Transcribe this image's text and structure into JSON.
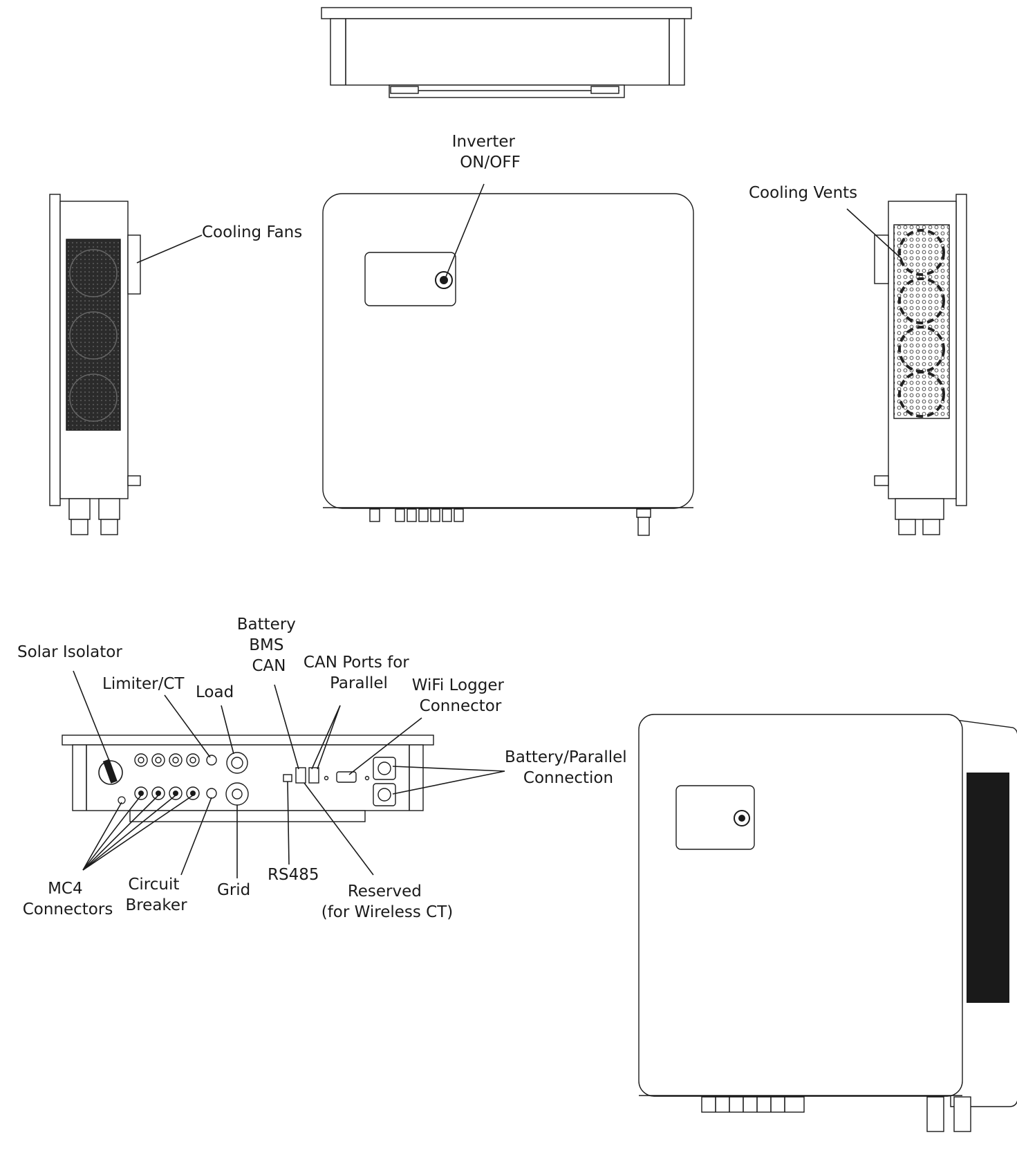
{
  "labels": {
    "inverter_on_off": [
      "Inverter",
      "ON/OFF"
    ],
    "cooling_fans": [
      "Cooling Fans"
    ],
    "cooling_vents": [
      "Cooling Vents"
    ],
    "solar_isolator": [
      "Solar Isolator"
    ],
    "limiter_ct": [
      "Limiter/CT"
    ],
    "load": [
      "Load"
    ],
    "battery_bms_can": [
      "Battery",
      "BMS",
      "CAN"
    ],
    "can_ports_parallel": [
      "CAN Ports for",
      "Parallel"
    ],
    "wifi_logger": [
      "WiFi Logger",
      "Connector"
    ],
    "battery_parallel_connection": [
      "Battery/Parallel",
      "Connection"
    ],
    "mc4_connectors": [
      "MC4",
      "Connectors"
    ],
    "circuit_breaker": [
      "Circuit",
      "Breaker"
    ],
    "grid": [
      "Grid"
    ],
    "rs485": [
      "RS485"
    ],
    "reserved": [
      "Reserved",
      "(for Wireless CT)"
    ]
  }
}
